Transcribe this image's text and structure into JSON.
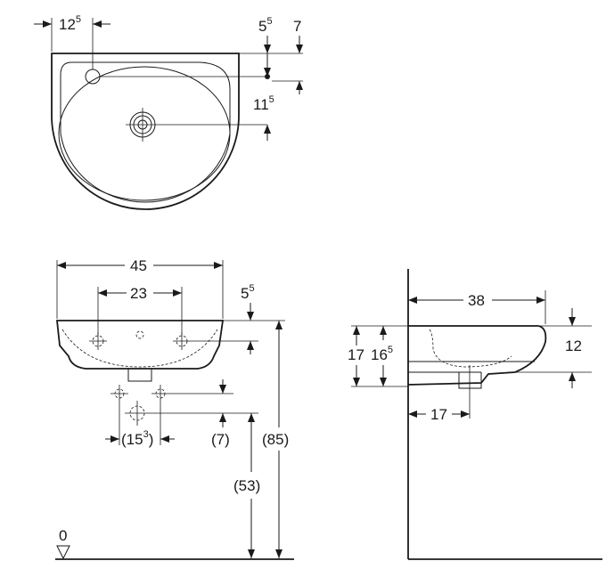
{
  "top_view": {
    "dim_left": {
      "main": "12",
      "sup": "5"
    },
    "dim_right_a": {
      "main": "5",
      "sup": "5"
    },
    "dim_right_b": "7",
    "dim_side": {
      "main": "11",
      "sup": "5"
    }
  },
  "front_view": {
    "width": "45",
    "tap_spacing": "23",
    "top_offset": {
      "main": "5",
      "sup": "5"
    },
    "supply_spacing": {
      "open": "(15",
      "sup": "3",
      "close": ")"
    },
    "waste_drop": "(7)",
    "waste_height": "(53)",
    "rim_height": "(85)",
    "floor_level": "0"
  },
  "side_view": {
    "depth": "38",
    "height_outer": "17",
    "height_inner": {
      "main": "16",
      "sup": "5"
    },
    "bowl_height": "12",
    "waste_offset": "17"
  }
}
